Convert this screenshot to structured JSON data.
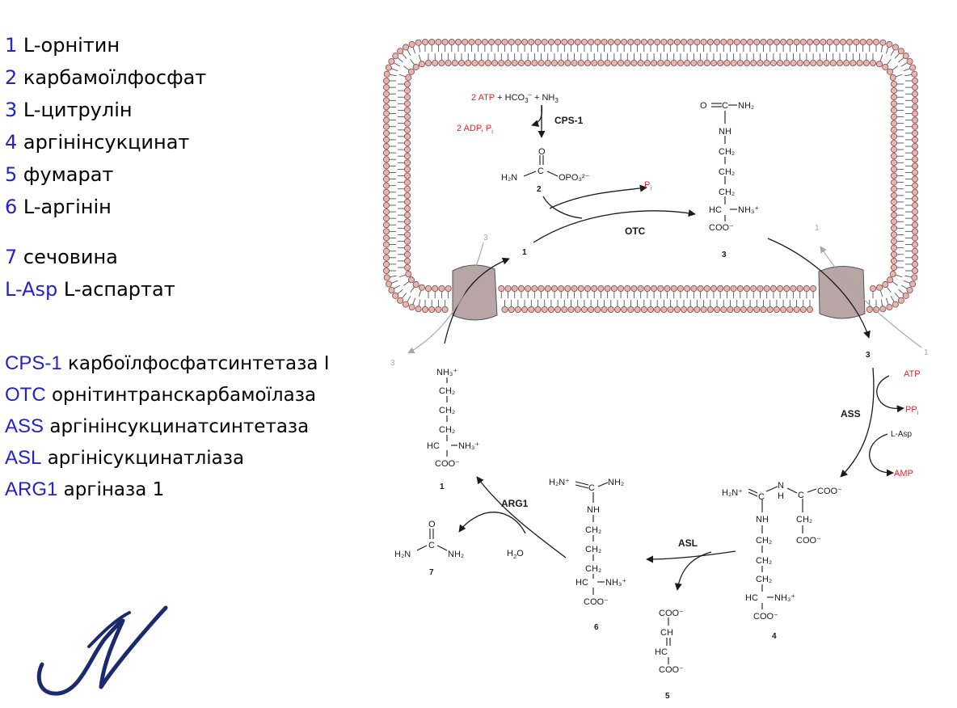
{
  "legend": {
    "compounds": [
      {
        "key": "1",
        "text": "L-орнітин"
      },
      {
        "key": "2",
        "text": "карбамоїлфосфат"
      },
      {
        "key": "3",
        "text": "L-цитрулін"
      },
      {
        "key": "4",
        "text": "аргінінсукцинат"
      },
      {
        "key": "5",
        "text": "фумарат"
      },
      {
        "key": "6",
        "text": "L-аргінін"
      }
    ],
    "extra": [
      {
        "key": "7",
        "text": "сечовина"
      },
      {
        "key": "L-Asp",
        "text": "L-аспартат"
      }
    ],
    "enzymes": [
      {
        "key": "CPS-1",
        "text": "карбоїлфосфатсинтетаза I"
      },
      {
        "key": "OTC",
        "text": "орнітинтранскарбамоїлаза"
      },
      {
        "key": "ASS",
        "text": "аргінінсукцинатсинтетаза"
      },
      {
        "key": "ASL",
        "text": "аргінісукцинатліаза"
      },
      {
        "key": "ARG1",
        "text": "аргіназа 1"
      }
    ]
  },
  "diagram": {
    "colors": {
      "legend_key": "#2323c8",
      "red": "#e8242a",
      "black": "#1a1a1a",
      "gray": "#a8a8a8",
      "lipid_head": "#e8b4b0",
      "channel": "#b8a5a5"
    },
    "enzymes": {
      "cps": "CPS-1",
      "otc": "OTC",
      "ass": "ASS",
      "asl": "ASL",
      "arg": "ARG1"
    },
    "reagents": {
      "atp_hco3_nh3": [
        "2 ATP",
        "+ HCO",
        "3",
        "–",
        "+ NH",
        "3"
      ],
      "adp_pi": [
        "2 ADP, P",
        "i"
      ],
      "pi": [
        "P",
        "i"
      ],
      "atp": "ATP",
      "ppi": [
        "PP",
        "i"
      ],
      "lasp": "L-Asp",
      "amp": "AMP",
      "h2o": [
        "H",
        "2",
        "O"
      ]
    },
    "numbers": {
      "n1a": "1",
      "n1b": "1",
      "n1c": "1",
      "n1d": "1",
      "n2": "2",
      "n3a": "3",
      "n3b": "3",
      "n3c": "3",
      "n3d": "3",
      "n4": "4",
      "n5": "5",
      "n6": "6",
      "n7": "7"
    },
    "formulas": {
      "carbamoyl": {
        "o": "O",
        "c": "C",
        "h2n": "H₂N",
        "opo3": "OPO₃²⁻"
      },
      "citrulline": {
        "o": "O",
        "c": "C",
        "nh2": "NH₂",
        "nh": "NH",
        "ch2a": "CH₂",
        "ch2b": "CH₂",
        "ch2c": "CH₂",
        "hc": "HC",
        "nh3": "NH₃⁺",
        "coo": "COO⁻"
      },
      "ornithine": {
        "nh3top": "NH₃⁺",
        "ch2a": "CH₂",
        "ch2b": "CH₂",
        "ch2c": "CH₂",
        "hc": "HC",
        "nh3": "NH₃⁺",
        "coo": "COO⁻"
      },
      "arginine": {
        "h2n": "H₂N⁺",
        "c": "C",
        "nh2": "NH₂",
        "nh": "NH",
        "ch2a": "CH₂",
        "ch2b": "CH₂",
        "ch2c": "CH₂",
        "hc": "HC",
        "nh3": "NH₃⁺",
        "coo": "COO⁻"
      },
      "argsucc": {
        "h2n": "H₂N⁺",
        "c": "C",
        "n": "N",
        "h": "H",
        "c2": "C",
        "coo1": "COO⁻",
        "nh": "NH",
        "ch2a": "CH₂",
        "ch2b": "CH₂",
        "ch2c": "CH₂",
        "ch2d": "CH₂",
        "coo2": "COO⁻",
        "hc": "HC",
        "nh3": "NH₃⁺",
        "coo3": "COO⁻"
      },
      "fumarate": {
        "coo1": "COO⁻",
        "ch": "CH",
        "hc": "HC",
        "coo2": "COO⁻"
      },
      "urea": {
        "o": "O",
        "c": "C",
        "h2n": "H₂N",
        "nh2": "NH₂"
      }
    }
  }
}
